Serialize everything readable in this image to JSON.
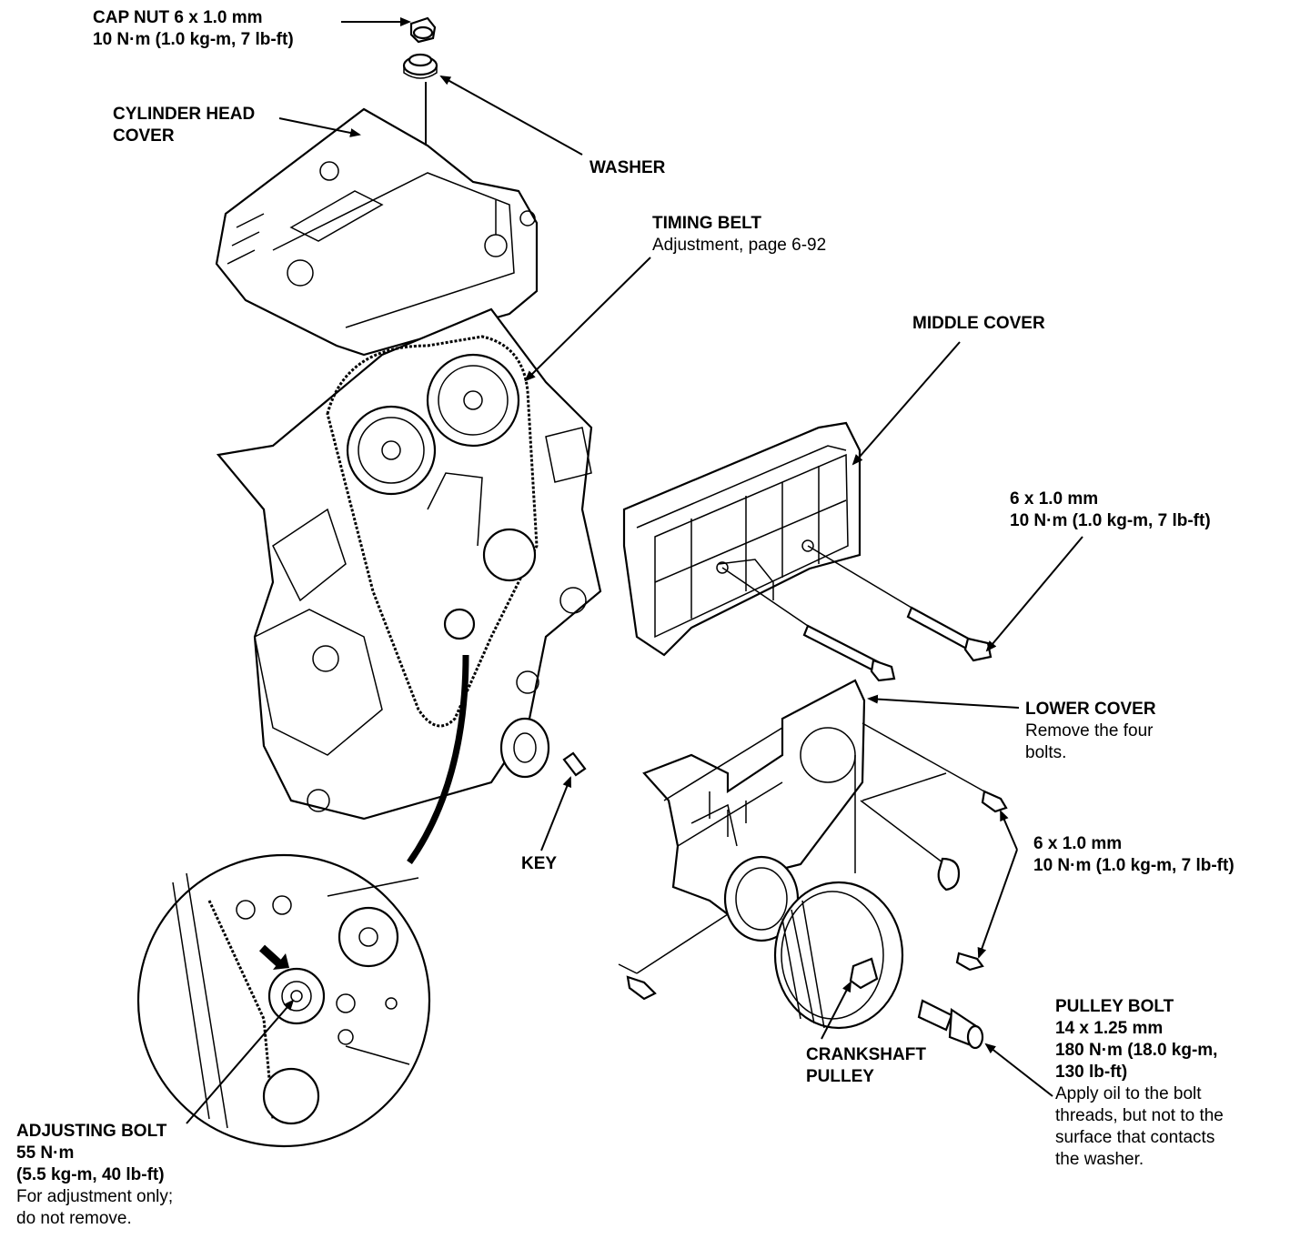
{
  "labels": {
    "cap_nut": {
      "title": "CAP NUT 6 x 1.0 mm",
      "line2": "10 N·m (1.0 kg-m, 7 lb-ft)"
    },
    "cylinder_head_cover": {
      "line1": "CYLINDER HEAD",
      "line2": "COVER"
    },
    "washer": "WASHER",
    "timing_belt": {
      "title": "TIMING BELT",
      "note": "Adjustment, page 6-92"
    },
    "middle_cover": "MIDDLE COVER",
    "middle_bolt": {
      "line1": "6 x 1.0 mm",
      "line2": "10 N·m (1.0 kg-m, 7 lb-ft)"
    },
    "lower_cover": {
      "title": "LOWER COVER",
      "note1": "Remove the four",
      "note2": "bolts."
    },
    "lower_bolt": {
      "line1": "6 x 1.0 mm",
      "line2": "10 N·m (1.0 kg-m, 7 lb-ft)"
    },
    "key": "KEY",
    "crankshaft_pulley": {
      "line1": "CRANKSHAFT",
      "line2": "PULLEY"
    },
    "pulley_bolt": {
      "title": "PULLEY BOLT",
      "line2": "14 x 1.25 mm",
      "line3": "180 N·m (18.0 kg-m,",
      "line4": "130 lb-ft)",
      "note1": "Apply oil to the bolt",
      "note2": "threads, but not to the",
      "note3": "surface that contacts",
      "note4": "the washer."
    },
    "adjusting_bolt": {
      "title": "ADJUSTING BOLT",
      "line2": "55 N·m",
      "line3": "(5.5 kg-m, 40 lb-ft)",
      "note1": "For adjustment only;",
      "note2": "do not remove."
    }
  }
}
